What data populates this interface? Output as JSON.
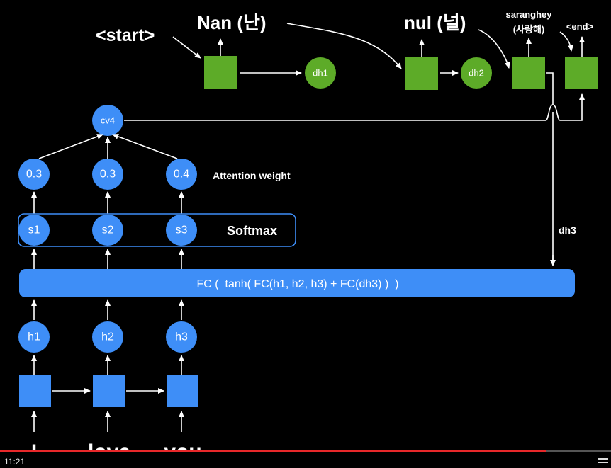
{
  "decoder": {
    "start_token": "<start>",
    "word1": "Nan (난)",
    "word2": "nul (널)",
    "word3_line1": "saranghey",
    "word3_line2": "(사랑해)",
    "end_token": "<end>",
    "dh1": "dh1",
    "dh2": "dh2",
    "dh3": "dh3"
  },
  "context_vector": "cv4",
  "attention": {
    "weights": [
      "0.3",
      "0.3",
      "0.4"
    ],
    "weights_label": "Attention weight",
    "scores": [
      "s1",
      "s2",
      "s3"
    ],
    "softmax_label": "Softmax"
  },
  "fc_formula": "FC (  tanh( FC(h1, h2, h3) + FC(dh3) )  )",
  "encoder": {
    "hidden": [
      "h1",
      "h2",
      "h3"
    ],
    "inputs": [
      "I",
      "love",
      "you"
    ]
  },
  "player": {
    "time": "11:21",
    "progress": 0.895
  },
  "colors": {
    "background": "#000000",
    "decoder_box": "#5dab28",
    "encoder_box": "#3e8ef7",
    "node": "#3e8ef7",
    "progress": "#e8282a"
  }
}
